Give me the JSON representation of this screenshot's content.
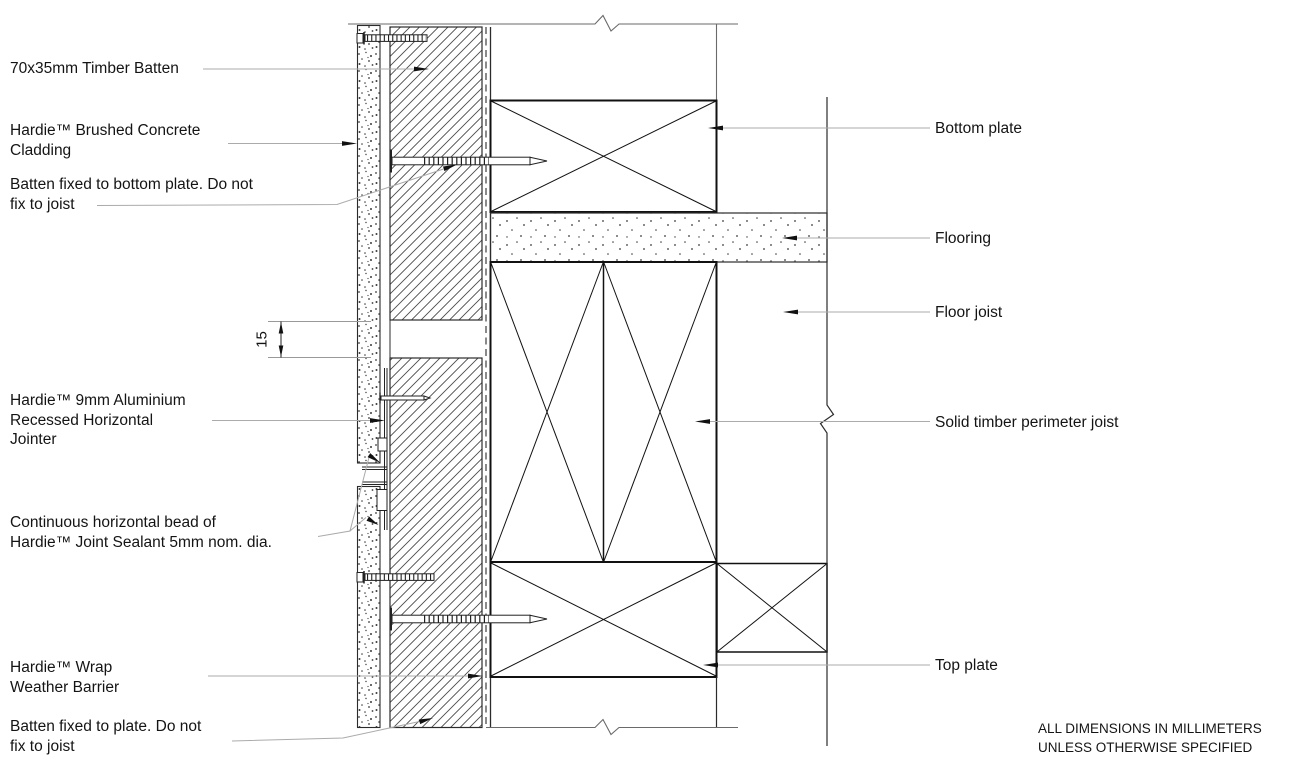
{
  "labels": {
    "left": [
      {
        "name": "timber-batten",
        "lines": [
          "70x35mm Timber Batten"
        ]
      },
      {
        "name": "brushed-concrete-cladding",
        "lines": [
          "Hardie™ Brushed Concrete",
          "Cladding"
        ]
      },
      {
        "name": "batten-fixed-bottom-plate",
        "lines": [
          "Batten fixed to bottom plate. Do not",
          "fix to joist"
        ]
      },
      {
        "name": "aluminium-jointer",
        "lines": [
          "Hardie™ 9mm Aluminium",
          "Recessed Horizontal",
          "Jointer"
        ]
      },
      {
        "name": "joint-sealant",
        "lines": [
          "Continuous horizontal bead of",
          "Hardie™ Joint Sealant 5mm nom. dia."
        ]
      },
      {
        "name": "wrap-weather-barrier",
        "lines": [
          "Hardie™ Wrap",
          "Weather Barrier"
        ]
      },
      {
        "name": "batten-fixed-plate",
        "lines": [
          "Batten fixed to plate. Do not",
          "fix to joist"
        ]
      }
    ],
    "right": [
      {
        "name": "bottom-plate",
        "lines": [
          "Bottom plate"
        ]
      },
      {
        "name": "flooring",
        "lines": [
          "Flooring"
        ]
      },
      {
        "name": "floor-joist",
        "lines": [
          "Floor joist"
        ]
      },
      {
        "name": "perimeter-joist",
        "lines": [
          "Solid timber perimeter joist"
        ]
      },
      {
        "name": "top-plate",
        "lines": [
          "Top plate"
        ]
      }
    ]
  },
  "dimension": {
    "value": "15"
  },
  "note": {
    "lines": [
      "ALL DIMENSIONS IN MILLIMETERS",
      "UNLESS OTHERWISE SPECIFIED"
    ]
  },
  "colors": {
    "line": "#1a1a1a",
    "heavy_line": "#111111",
    "leader": "#ababab",
    "light_line": "#6a6a6a",
    "text": "#141414",
    "background": "#ffffff"
  }
}
